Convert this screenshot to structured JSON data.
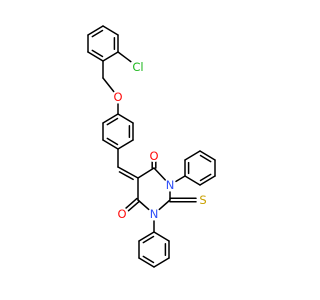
{
  "molecule": {
    "atom_labels": {
      "chlorine": "Cl",
      "ether_oxygen": "O",
      "carbonyl_oxygen_top": "O",
      "carbonyl_oxygen_bottom": "O",
      "nitrogen_top": "N",
      "nitrogen_bottom": "N",
      "sulfur": "S"
    },
    "colors": {
      "bond": "#000000",
      "carbon_label": "#000000",
      "chlorine": "#1fb81f",
      "oxygen": "#ff0d0d",
      "nitrogen": "#3050f8",
      "sulfur": "#c8a000"
    }
  }
}
